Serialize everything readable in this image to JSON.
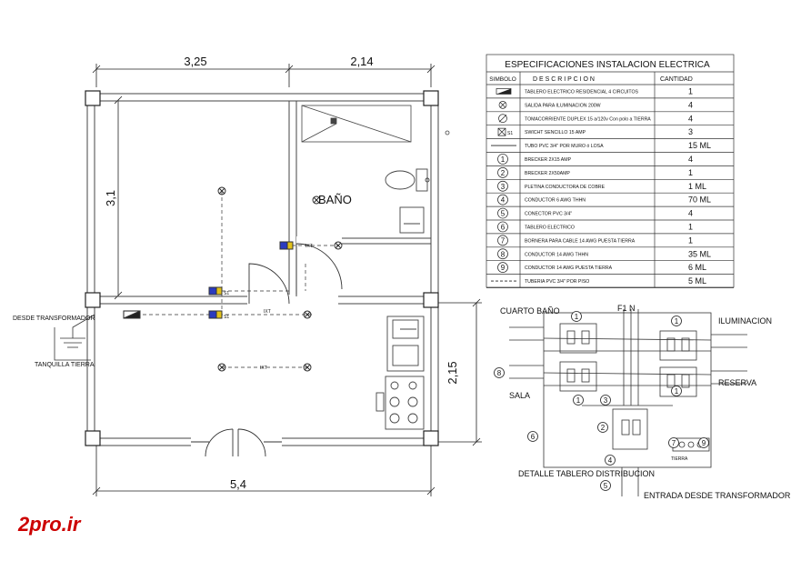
{
  "plan": {
    "dim_top_left": "3,25",
    "dim_top_right": "2,14",
    "dim_left": "3,1",
    "dim_right": "2,15",
    "dim_bottom": "5,4",
    "room_bano": "BAÑO",
    "label_transformer": "DESDE TRANSFORMADOR",
    "label_tank": "TANQUILLA TIERRA",
    "ixt": "IXT",
    "s1": "S1"
  },
  "spec_table": {
    "title": "ESPECIFICACIONES INSTALACION ELECTRICA",
    "headers": {
      "symbol": "SIMBOLO",
      "description": "D E S C R I P C I O N",
      "quantity": "CANTIDAD"
    },
    "rows": [
      {
        "symbol": "panel",
        "description": "TABLERO ELECTRICO RESIDENCIAL 4 CIRCUITOS",
        "quantity": "1"
      },
      {
        "symbol": "light",
        "description": "SALIDA PARA ILUMINACION 200W",
        "quantity": "4"
      },
      {
        "symbol": "outlet",
        "description": "TOMACORRIENTE DUPLEX 15 a/120v Con polo a TIERRA",
        "quantity": "4"
      },
      {
        "symbol": "switch",
        "description": "SWICHT SENCILLO 15 AMP",
        "quantity": "3"
      },
      {
        "symbol": "conduit",
        "description": "TUBO PVC 3/4\" POR MURO ó LOSA",
        "quantity": "15 ML"
      },
      {
        "symbol": "1",
        "description": "BRECKER 2X15 AMP",
        "quantity": "4"
      },
      {
        "symbol": "2",
        "description": "BRECKER 2X50AMP",
        "quantity": "1"
      },
      {
        "symbol": "3",
        "description": "PLETINA CONDUCTORA DE COBRE",
        "quantity": "1 ML"
      },
      {
        "symbol": "4",
        "description": "CONDUCTOR 6 AWG THHN",
        "quantity": "70 ML"
      },
      {
        "symbol": "5",
        "description": "CONECTOR PVC 3/4\"",
        "quantity": "4"
      },
      {
        "symbol": "6",
        "description": "TABLERO ELECTRICO",
        "quantity": "1"
      },
      {
        "symbol": "7",
        "description": "BORNERA PARA CABLE 14 AWG PUESTA TIERRA",
        "quantity": "1"
      },
      {
        "symbol": "8",
        "description": "CONDUCTOR 14 AWG THHN",
        "quantity": "35 ML"
      },
      {
        "symbol": "9",
        "description": "CONDUCTOR 14 AWG PUESTA TIERRA",
        "quantity": "6 ML"
      },
      {
        "symbol": "dash",
        "description": "TUBERIA PVC 3/4\" POR PISO",
        "quantity": "5 ML"
      }
    ]
  },
  "detail": {
    "cuarto_bano": "CUARTO BAÑO",
    "sala": "SALA",
    "iluminacion": "ILUMINACION",
    "reserva": "RESERVA",
    "f1n": "F1 N",
    "caption": "DETALLE TABLERO DISTRIBUCION",
    "entrada": "ENTRADA DESDE TRANSFORMADOR",
    "tierra": "TIERRA"
  },
  "watermark": "2pro.ir",
  "brand_color": "#cc0000"
}
